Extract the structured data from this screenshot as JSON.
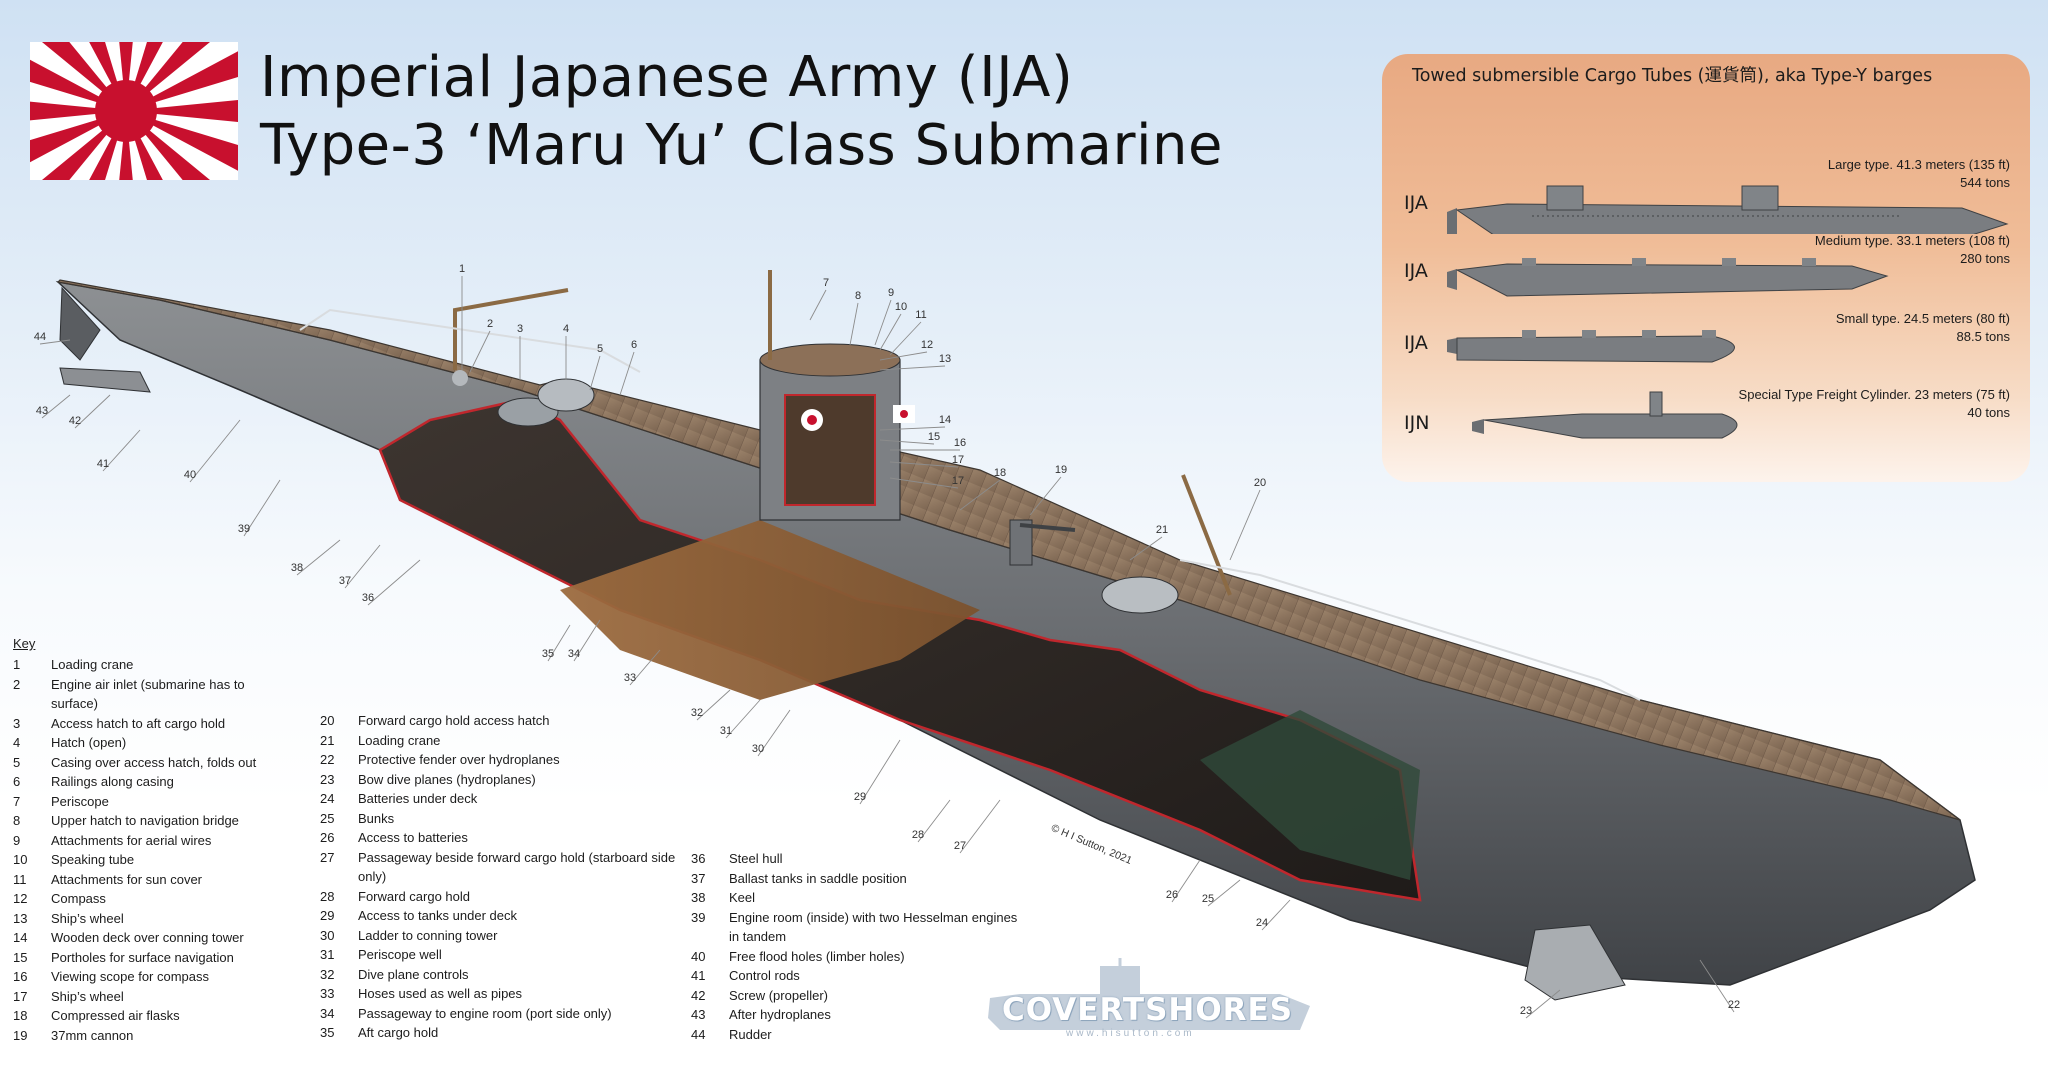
{
  "title": {
    "line1": "Imperial Japanese Army (IJA)",
    "line2": "Type-3 ‘Maru Yu’ Class Submarine"
  },
  "flag": {
    "name": "rising-sun-flag",
    "colors": {
      "red": "#c8102e",
      "white": "#ffffff"
    }
  },
  "cargo_panel": {
    "title": "Towed submersible Cargo Tubes (運貨筒), aka Type-Y barges",
    "tubes": [
      {
        "service": "IJA",
        "desc_line1": "Large type. 41.3 meters (135 ft)",
        "desc_line2": "544 tons"
      },
      {
        "service": "IJA",
        "desc_line1": "Medium type. 33.1 meters (108 ft)",
        "desc_line2": "280 tons"
      },
      {
        "service": "IJA",
        "desc_line1": "Small type. 24.5 meters (80 ft)",
        "desc_line2": "88.5 tons"
      },
      {
        "service": "IJN",
        "desc_line1": "Special Type Freight Cylinder. 23 meters (75 ft)",
        "desc_line2": "40 tons"
      }
    ]
  },
  "callouts": [
    "1",
    "2",
    "3",
    "4",
    "5",
    "6",
    "7",
    "8",
    "9",
    "10",
    "11",
    "12",
    "13",
    "14",
    "15",
    "16",
    "17",
    "17",
    "18",
    "19",
    "20",
    "21",
    "22",
    "23",
    "24",
    "25",
    "26",
    "27",
    "28",
    "29",
    "30",
    "31",
    "32",
    "33",
    "34",
    "35",
    "36",
    "37",
    "38",
    "39",
    "40",
    "41",
    "42",
    "43",
    "44"
  ],
  "key": {
    "heading": "Key",
    "items": [
      {
        "num": "1",
        "text": "Loading crane"
      },
      {
        "num": "2",
        "text": "Engine air inlet (submarine has to surface)"
      },
      {
        "num": "3",
        "text": "Access hatch to aft cargo hold"
      },
      {
        "num": "4",
        "text": "Hatch (open)"
      },
      {
        "num": "5",
        "text": "Casing over access hatch, folds out"
      },
      {
        "num": "6",
        "text": "Railings along casing"
      },
      {
        "num": "7",
        "text": "Periscope"
      },
      {
        "num": "8",
        "text": "Upper hatch to navigation bridge"
      },
      {
        "num": "9",
        "text": "Attachments for aerial wires"
      },
      {
        "num": "10",
        "text": "Speaking tube"
      },
      {
        "num": "11",
        "text": "Attachments for sun cover"
      },
      {
        "num": "12",
        "text": "Compass"
      },
      {
        "num": "13",
        "text": "Ship’s wheel"
      },
      {
        "num": "14",
        "text": "Wooden deck over conning tower"
      },
      {
        "num": "15",
        "text": "Portholes for surface navigation"
      },
      {
        "num": "16",
        "text": "Viewing scope for compass"
      },
      {
        "num": "17",
        "text": "Ship’s wheel"
      },
      {
        "num": "18",
        "text": "Compressed air flasks"
      },
      {
        "num": "19",
        "text": "37mm cannon"
      },
      {
        "num": "20",
        "text": "Forward cargo hold access hatch"
      },
      {
        "num": "21",
        "text": "Loading crane"
      },
      {
        "num": "22",
        "text": "Protective fender over hydroplanes"
      },
      {
        "num": "23",
        "text": "Bow dive planes (hydroplanes)"
      },
      {
        "num": "24",
        "text": "Batteries under deck"
      },
      {
        "num": "25",
        "text": "Bunks"
      },
      {
        "num": "26",
        "text": "Access to batteries"
      },
      {
        "num": "27",
        "text": "Passageway beside forward cargo hold (starboard side only)"
      },
      {
        "num": "28",
        "text": "Forward cargo hold"
      },
      {
        "num": "29",
        "text": "Access to tanks under deck"
      },
      {
        "num": "30",
        "text": "Ladder to conning tower"
      },
      {
        "num": "31",
        "text": "Periscope well"
      },
      {
        "num": "32",
        "text": "Dive plane controls"
      },
      {
        "num": "33",
        "text": "Hoses used as well as pipes"
      },
      {
        "num": "34",
        "text": "Passageway to engine room (port side only)"
      },
      {
        "num": "35",
        "text": "Aft cargo hold"
      },
      {
        "num": "36",
        "text": "Steel hull"
      },
      {
        "num": "37",
        "text": "Ballast tanks in saddle position"
      },
      {
        "num": "38",
        "text": "Keel"
      },
      {
        "num": "39",
        "text": "Engine room (inside) with two Hesselman engines in tandem"
      },
      {
        "num": "40",
        "text": "Free flood holes (limber holes)"
      },
      {
        "num": "41",
        "text": "Control rods"
      },
      {
        "num": "42",
        "text": "Screw (propeller)"
      },
      {
        "num": "43",
        "text": "After hydroplanes"
      },
      {
        "num": "44",
        "text": "Rudder"
      }
    ]
  },
  "credit": "© H I Sutton, 2021",
  "brand": {
    "name": "COVERTSHORES",
    "url": "www.hisutton.com"
  },
  "colors": {
    "hull": "#6f7276",
    "deck": "#8a725c",
    "cutaway_edge": "#c0272d",
    "panel_orange": "#e8a982",
    "hull_dark": "#3e4144"
  }
}
